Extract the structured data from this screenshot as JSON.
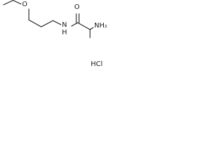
{
  "molecule": {
    "atoms": {
      "o_ether": "O",
      "n_amide": "N",
      "h_amide": "H",
      "o_carbonyl": "O",
      "nh2": "NH₂"
    },
    "salt": "HCl"
  }
}
